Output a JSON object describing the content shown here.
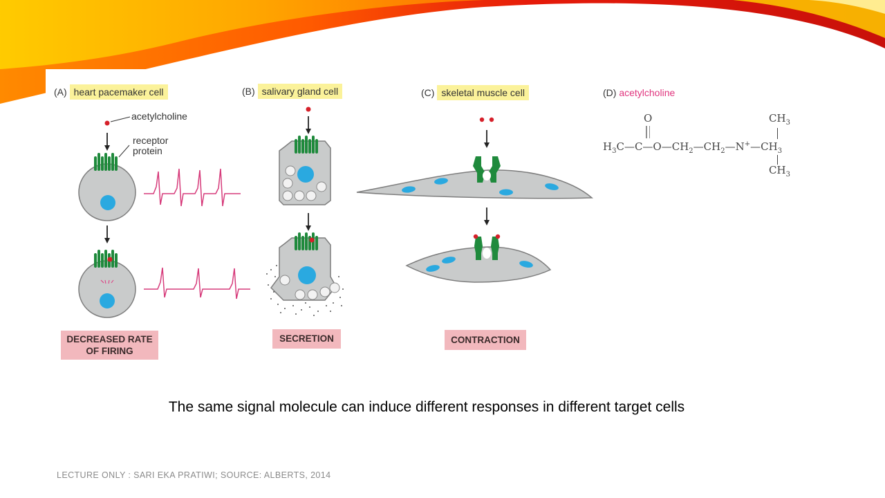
{
  "panels": {
    "a": {
      "letter": "(A)",
      "title": "heart pacemaker cell",
      "response": "DECREASED RATE OF FIRING"
    },
    "b": {
      "letter": "(B)",
      "title": "salivary gland cell",
      "response": "SECRETION"
    },
    "c": {
      "letter": "(C)",
      "title": "skeletal muscle cell",
      "response": "CONTRACTION"
    },
    "d": {
      "letter": "(D)",
      "title": "acetylcholine"
    }
  },
  "annotations": {
    "ligand": "acetylcholine",
    "receptor": "receptor protein"
  },
  "formula": {
    "o_top": "O",
    "ch3_top": "CH",
    "ch3_top_sub": "3",
    "left": "H",
    "left_sub": "3",
    "left_c": "C",
    "chain_1": "—C—O—CH",
    "chain_sub1": "2",
    "chain_2": "—CH",
    "chain_sub2": "2",
    "chain_3": "—N",
    "charge": "+",
    "chain_4": "—CH",
    "chain_sub4": "3",
    "ch3_bottom": "CH",
    "ch3_bottom_sub": "3"
  },
  "caption": "The same signal molecule can induce different responses in different target cells",
  "footer": "LECTURE ONLY : SARI EKA PRATIWI; SOURCE: ALBERTS, 2014",
  "colors": {
    "cell": "#c9cbcb",
    "nucleus": "#2aa9e0",
    "receptor": "#1f8a3c",
    "ligand": "#d6202a",
    "trace": "#d63a7a",
    "response_box": "#f2b8bd",
    "highlight": "#fbf29a"
  }
}
